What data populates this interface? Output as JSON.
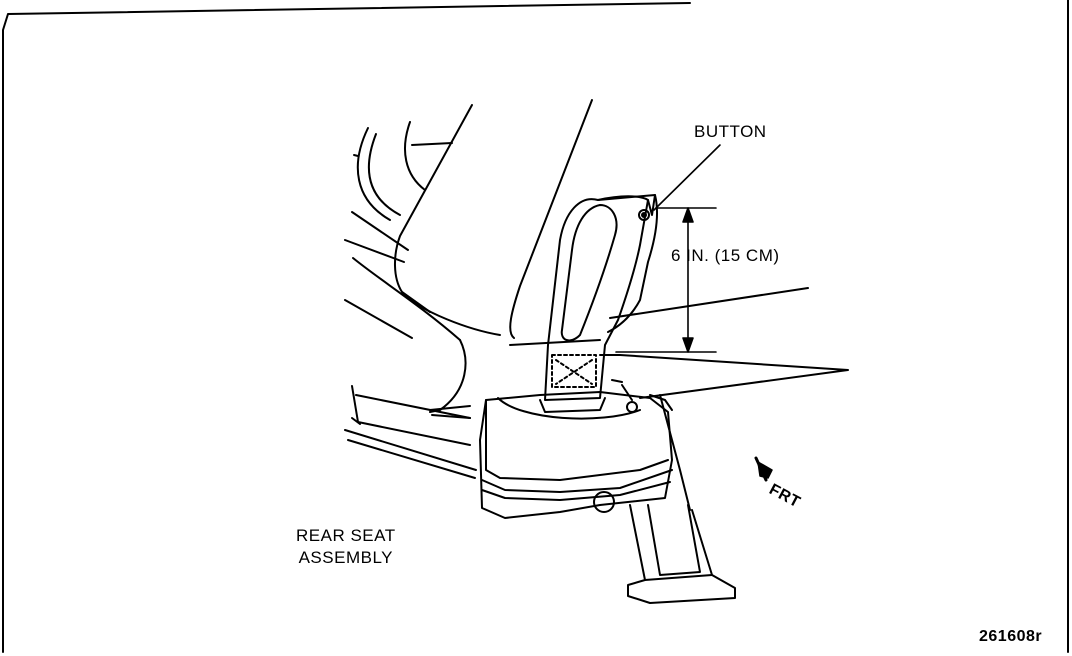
{
  "labels": {
    "button": "BUTTON",
    "dimension": "6 IN. (15 CM)",
    "rear_seat_line1": "REAR SEAT",
    "rear_seat_line2": "ASSEMBLY",
    "front_direction": "FRT",
    "figure_number": "261608r"
  },
  "colors": {
    "line": "#000000",
    "background": "#ffffff"
  },
  "icons": {
    "front_arrow": "front-direction-arrow-icon"
  }
}
